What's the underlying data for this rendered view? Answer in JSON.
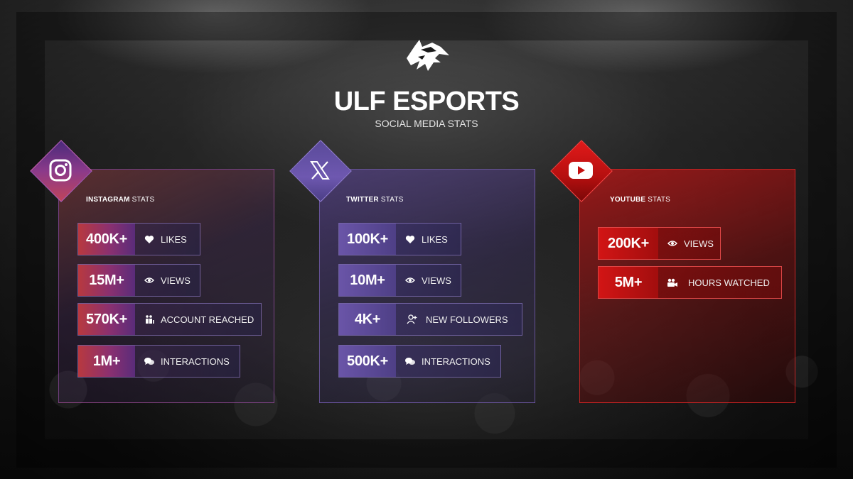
{
  "header": {
    "title": "ULF ESPORTS",
    "subtitle": "SOCIAL MEDIA STATS"
  },
  "instagram": {
    "title_bold": "INSTAGRAM",
    "title_rest": " STATS",
    "stats": [
      {
        "value": "400K+",
        "label": "LIKES",
        "icon": "heart-icon"
      },
      {
        "value": "15M+",
        "label": "VIEWS",
        "icon": "eye-icon"
      },
      {
        "value": "570K+",
        "label": "ACCOUNT REACHED",
        "icon": "audience-icon"
      },
      {
        "value": "1M+",
        "label": "INTERACTIONS",
        "icon": "chat-bubbles-icon"
      }
    ]
  },
  "twitter": {
    "title_bold": "TWITTER",
    "title_rest": " STATS",
    "stats": [
      {
        "value": "100K+",
        "label": "LIKES",
        "icon": "heart-icon"
      },
      {
        "value": "10M+",
        "label": "VIEWS",
        "icon": "eye-icon"
      },
      {
        "value": "4K+",
        "label": "NEW FOLLOWERS",
        "icon": "add-user-icon"
      },
      {
        "value": "500K+",
        "label": "INTERACTIONS",
        "icon": "chat-bubbles-icon"
      }
    ]
  },
  "youtube": {
    "title_bold": "YOUTUBE",
    "title_rest": " STATS",
    "stats": [
      {
        "value": "200K+",
        "label": "VIEWS",
        "icon": "eye-icon"
      },
      {
        "value": "5M+",
        "label": "HOURS WATCHED",
        "icon": "video-camera-icon"
      }
    ]
  },
  "colors": {
    "instagram_accent": "#b8393f",
    "twitter_accent": "#6a55a8",
    "youtube_accent": "#d21515"
  }
}
